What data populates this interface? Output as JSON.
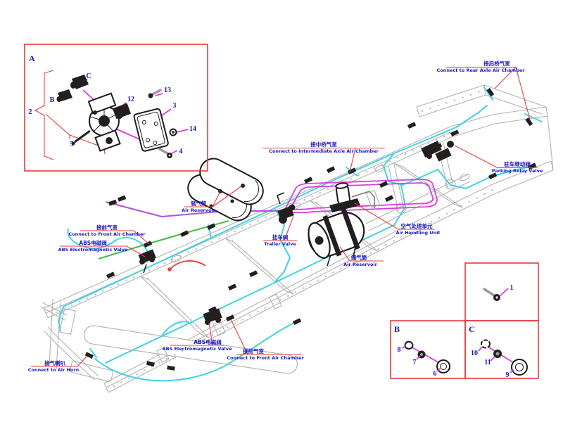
{
  "palette": {
    "annotation_red": "#e93b3d",
    "label_blue": "#1a18cf",
    "air_line_cyan": "#3fd2e2",
    "air_line_magenta": "#da3ede",
    "air_line_violet": "#b44fd8",
    "air_line_green": "#43c04f",
    "chassis_gray": "#b2b2b2",
    "part_dark": "#241f1f",
    "background": "#ffffff"
  },
  "insets": {
    "a_title": "A",
    "b_title": "B",
    "c_title": "C"
  },
  "parts": {
    "n1": "1",
    "n2": "2",
    "n3": "3",
    "n4": "4",
    "n5": "5",
    "n6": "6",
    "n7": "7",
    "n8": "8",
    "n9": "9",
    "n10": "10",
    "n11": "11",
    "n12": "12",
    "n13": "13",
    "n14": "14",
    "ref_b": "B",
    "ref_c": "C"
  },
  "callouts": {
    "rear_axle": {
      "zh": "接后桥气室",
      "en": "Connect to Rear Axle Air Chamber"
    },
    "intermediate_axle": {
      "zh": "接中桥气室",
      "en": "Connect to Intermediate Axle Air Chamber"
    },
    "parking_relay": {
      "zh": "驻车继动阀",
      "en": "Parking Relay Valve"
    },
    "air_reservoir_upper": {
      "zh": "储气筒",
      "en": "Air Reservoir"
    },
    "front_air_chamber_left": {
      "zh": "接前气室",
      "en": "Connect to Front Air Chamber"
    },
    "abs_valve_left": {
      "zh": "ABS电磁阀",
      "en": "ABS Electromagnetic Valve"
    },
    "trailer_valve": {
      "zh": "挂车阀",
      "en": "Trailer Valve"
    },
    "air_handling_unit": {
      "zh": "空气处理单元",
      "en": "Air Handling Unit"
    },
    "air_reservoir_lower": {
      "zh": "储气筒",
      "en": "Air Reservoir"
    },
    "abs_valve_bottom": {
      "zh": "ABS电磁阀",
      "en": "ABS Electromagnetic Valve"
    },
    "front_air_chamber_bottom": {
      "zh": "接前气室",
      "en": "Connect to Front Air Chamber"
    },
    "air_horn": {
      "zh": "接气喇叭",
      "en": "Connect to Air Horn"
    }
  }
}
